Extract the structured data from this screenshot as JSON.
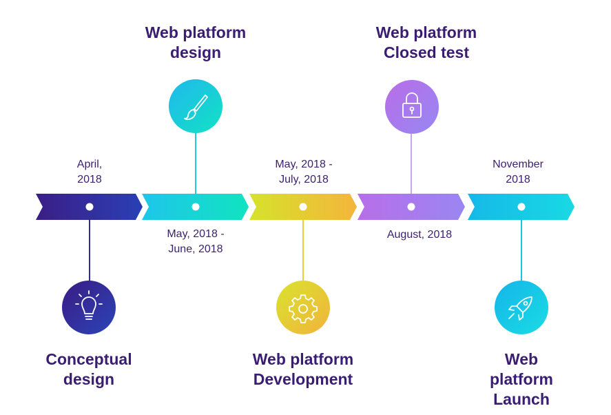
{
  "colors": {
    "text": "#3a1d72",
    "date_text": "#3d2170"
  },
  "milestones": [
    {
      "title": "Conceptual\ndesign",
      "date": "April,\n2018",
      "icon": "lightbulb-icon",
      "position": "below",
      "gradient": [
        "#3b1e86",
        "#2a3fb5"
      ],
      "line_color": "#2e2f8f"
    },
    {
      "title": "Web platform\ndesign",
      "date": "May, 2018 -\nJune, 2018",
      "icon": "paintbrush-icon",
      "position": "above",
      "gradient": [
        "#1ec6ea",
        "#11e3c0"
      ],
      "line_color": "#1ccfe0"
    },
    {
      "title": "Web platform\nDevelopment",
      "date": "May, 2018 -\nJuly, 2018",
      "icon": "gear-icon",
      "position": "below",
      "gradient": [
        "#d6e22c",
        "#f4b53b"
      ],
      "line_color": "#e8cf3a"
    },
    {
      "title": "Web platform\nClosed test",
      "date": "August, 2018",
      "icon": "lock-icon",
      "position": "above",
      "gradient": [
        "#b76ee9",
        "#9a86f2"
      ],
      "line_color": "#c6a6ee"
    },
    {
      "title": "Web platform\nLaunch",
      "date": "November\n2018",
      "icon": "rocket-icon",
      "position": "below",
      "gradient": [
        "#15b9e8",
        "#19d9e4"
      ],
      "line_color": "#17c4e4"
    }
  ]
}
